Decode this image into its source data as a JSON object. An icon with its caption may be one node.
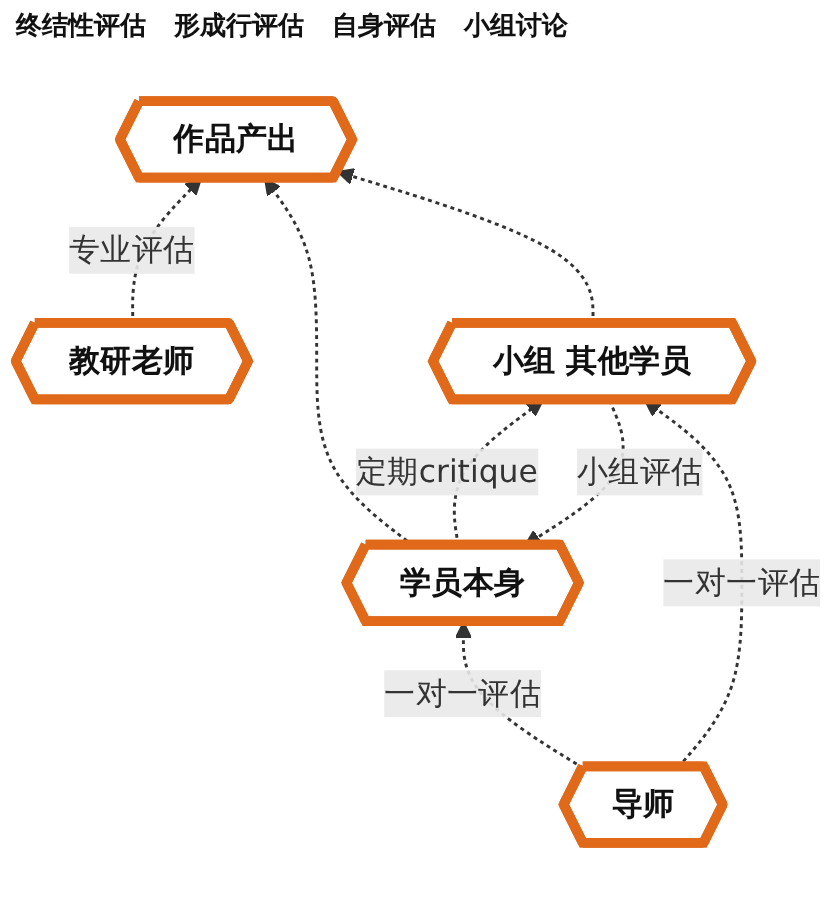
{
  "diagram": {
    "nodes": [
      {
        "text": [
          "教研老师"
        ]
      },
      {
        "text": [
          "作品产出"
        ]
      },
      {
        "text": [
          "学员本身"
        ]
      },
      {
        "text": [
          "小组 其他学员"
        ]
      },
      {
        "text": [
          "导师"
        ]
      }
    ],
    "edges": [
      {
        "from": 0,
        "to": 1,
        "arrow": "to",
        "label": "专业评估",
        "style": "dashed"
      },
      {
        "from": 2,
        "to": 1,
        "arrow": "to",
        "style": "dashed"
      },
      {
        "from": 3,
        "to": 1,
        "arrow": "to",
        "style": "dashed"
      },
      {
        "from": 2,
        "to": 3,
        "arrow": "to",
        "label": "定期critique",
        "style": "dashed"
      },
      {
        "from": 3,
        "to": 2,
        "arrow": "to",
        "label": "小组评估",
        "style": "dashed"
      },
      {
        "from": 4,
        "to": 2,
        "arrow": "to",
        "label": "一对一评估",
        "style": "dashed"
      },
      {
        "from": 4,
        "to": 3,
        "arrow": "to",
        "label": "一对一评估",
        "style": "dashed"
      }
    ],
    "labels": [
      "终结性评估",
      "形成行评估",
      "自身评估",
      "小组讨论"
    ]
  }
}
